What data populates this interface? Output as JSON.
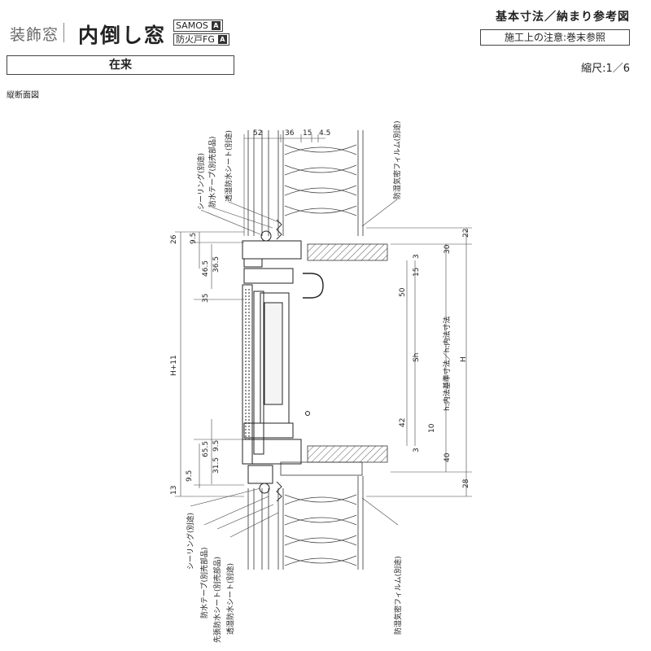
{
  "header": {
    "category": "装飾窓",
    "product_name": "内倒し窓",
    "badge_samos": "SAMOS",
    "badge_fire": "防火戸FG",
    "badge_mark": "A",
    "doc_title": "基本寸法／納まり参考図",
    "construction_note": "施工上の注意:巻末参照",
    "installation_type": "在来",
    "scale": "縮尺:1／6",
    "section_label": "縦断面図"
  },
  "labels_top": {
    "sealing": "シーリング(別途)",
    "waterproof_tape": "防水テープ(別売部品)",
    "breathable_sheet": "透湿防水シート(別途)",
    "vapor_film": "防湿気密フィルム(別途)"
  },
  "labels_bottom": {
    "sealing": "シーリング(別途)",
    "waterproof_tape": "防水テープ(別売部品)",
    "pre_sheet": "先張防水シート(別売部品)",
    "breathable_sheet": "透湿防水シート(別途)",
    "vapor_film": "防湿気密フィルム(別途)"
  },
  "dims_top": {
    "d52": "52",
    "d36": "36",
    "d15": "15",
    "d45": "4.5"
  },
  "dims_left": {
    "d26": "26",
    "d95a": "9.5",
    "d465": "46.5",
    "d365": "36.5",
    "d35": "35",
    "h11": "H+11",
    "d95b": "9.5",
    "d655": "65.5",
    "d315": "31.5",
    "d95c": "9.5",
    "d13": "13"
  },
  "dims_mid": {
    "d15": "15",
    "d3a": "3",
    "d50": "50",
    "sh": "Sh",
    "d42": "42",
    "d10": "10",
    "d3b": "3"
  },
  "dims_right": {
    "d22": "22",
    "d30": "30",
    "inner": "h:内法基準寸法／h:内法寸法",
    "h": "H",
    "d40": "40",
    "d28": "28"
  }
}
